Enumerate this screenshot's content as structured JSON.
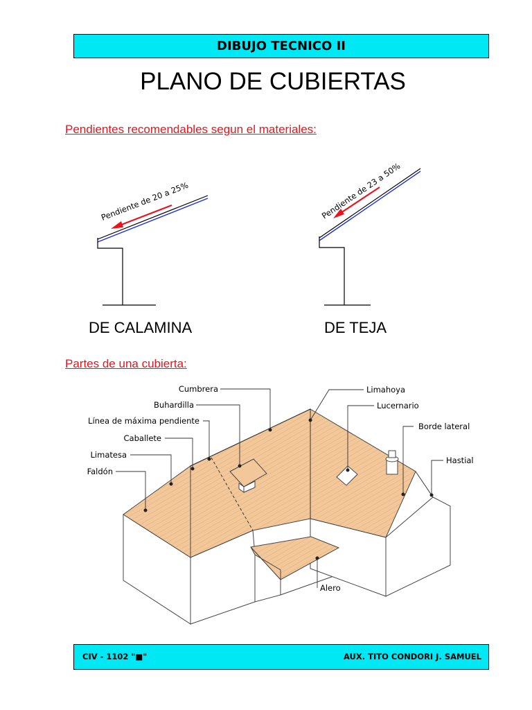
{
  "header": {
    "course": "DIBUJO TECNICO II"
  },
  "title": "PLANO DE CUBIERTAS",
  "section1": {
    "heading": "Pendientes recomendables segun el materiales:",
    "calamina": {
      "slope": "Pendiente de 20 a 25%",
      "caption": "DE CALAMINA"
    },
    "teja": {
      "slope": "Pendiente de 23 a 50%",
      "caption": "DE TEJA"
    }
  },
  "section2": {
    "heading": "Partes de una cubierta:",
    "labels": {
      "cumbrera": "Cumbrera",
      "buhardilla": "Buhardilla",
      "linea": "Línea de máxima pendiente",
      "caballete": "Caballete",
      "limatesa": "Limatesa",
      "faldon": "Faldón",
      "limahoya": "Limahoya",
      "lucernario": "Lucernario",
      "borde_lateral": "Borde lateral",
      "hastial": "Hastial",
      "alero": "Alero"
    }
  },
  "footer": {
    "left": "CIV - 1102 \"■\"",
    "right": "AUX. TITO CONDORI J. SAMUEL"
  },
  "colors": {
    "banner": "#00e8f4",
    "section_heading": "#e8141b",
    "roof": "#f2c79a",
    "arrow": "#e8141b",
    "slope_line": "#1a2fd6"
  }
}
